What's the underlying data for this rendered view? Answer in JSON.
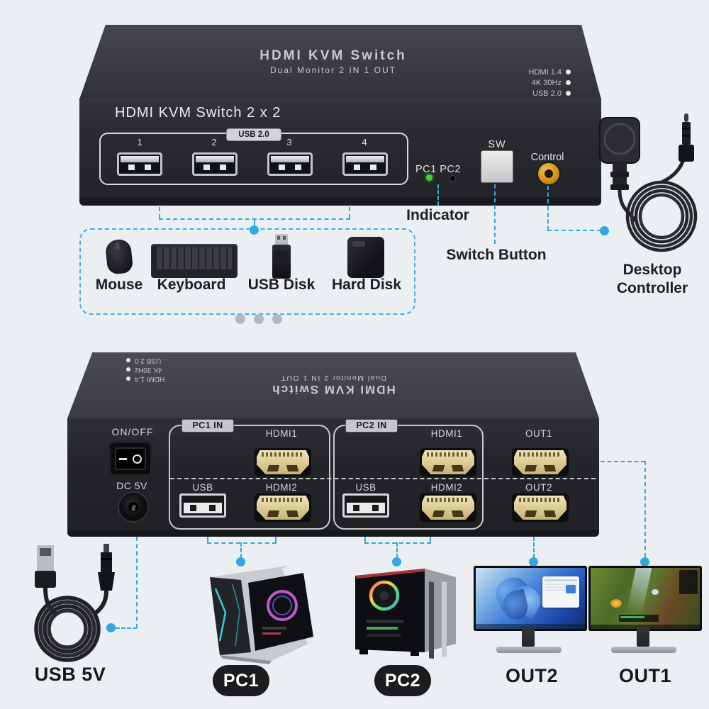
{
  "device": {
    "top_title": "HDMI KVM Switch",
    "top_subtitle": "Dual  Monitor  2 IN 1 OUT",
    "specs": [
      "HDMI 1.4",
      "4K 30Hz",
      "USB 2.0"
    ]
  },
  "front_panel": {
    "title": "HDMI KVM Switch 2 x 2",
    "usb_group_label": "USB 2.0",
    "port_numbers": [
      "1",
      "2",
      "3",
      "4"
    ],
    "led_labels": "PC1 PC2",
    "sw_label": "SW",
    "control_label": "Control"
  },
  "callouts": {
    "indicator": "Indicator",
    "switch_button": "Switch Button",
    "desktop_controller": "Desktop Controller"
  },
  "accessories": {
    "items": [
      {
        "label": "Mouse"
      },
      {
        "label": "Keyboard"
      },
      {
        "label": "USB Disk"
      },
      {
        "label": "Hard Disk"
      }
    ]
  },
  "back_panel": {
    "power_label": "ON/OFF",
    "dc_label": "DC 5V",
    "group1_label": "PC1 IN",
    "group2_label": "PC2 IN",
    "hdmi1_label": "HDMI1",
    "hdmi2_label": "HDMI2",
    "usb_label": "USB",
    "out1_label": "OUT1",
    "out2_label": "OUT2"
  },
  "bottom_callouts": {
    "usb_power": "USB 5V",
    "pc1": "PC1",
    "pc2": "PC2",
    "out2": "OUT2",
    "out1": "OUT1"
  },
  "colors": {
    "accent": "#2fa9e0",
    "led_green": "#3fd23a",
    "jack_orange": "#e09a1f",
    "hdmi_gold": "#d8c482"
  }
}
